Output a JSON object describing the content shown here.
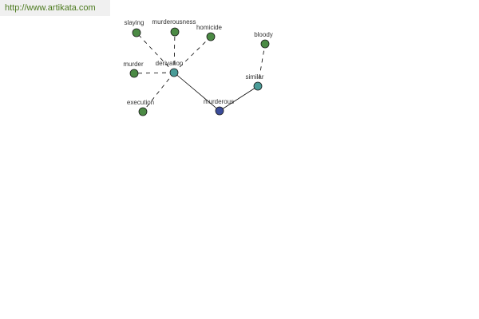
{
  "banner": {
    "url_text": "http://www.artikata.com"
  },
  "colors": {
    "related_node": "#4b8a44",
    "hub_node": "#4a9c98",
    "center_node": "#3b4c9a"
  },
  "graph": {
    "nodes": [
      {
        "id": "slaying",
        "label": "slaying",
        "kind": "related"
      },
      {
        "id": "murderousness",
        "label": "murderousness",
        "kind": "related"
      },
      {
        "id": "homicide",
        "label": "homicide",
        "kind": "related"
      },
      {
        "id": "murder",
        "label": "murder",
        "kind": "related"
      },
      {
        "id": "derivation",
        "label": "derivation",
        "kind": "hub"
      },
      {
        "id": "execution",
        "label": "execution",
        "kind": "related"
      },
      {
        "id": "murderous",
        "label": "murderous",
        "kind": "center"
      },
      {
        "id": "similar",
        "label": "similar",
        "kind": "hub"
      },
      {
        "id": "bloody",
        "label": "bloody",
        "kind": "related"
      }
    ],
    "edges": [
      {
        "from": "derivation",
        "to": "slaying",
        "style": "dashed"
      },
      {
        "from": "derivation",
        "to": "murderousness",
        "style": "dashed"
      },
      {
        "from": "derivation",
        "to": "homicide",
        "style": "dashed"
      },
      {
        "from": "derivation",
        "to": "murder",
        "style": "dashed"
      },
      {
        "from": "derivation",
        "to": "execution",
        "style": "dashed"
      },
      {
        "from": "derivation",
        "to": "murderous",
        "style": "solid"
      },
      {
        "from": "murderous",
        "to": "similar",
        "style": "solid"
      },
      {
        "from": "similar",
        "to": "bloody",
        "style": "dashed"
      }
    ]
  }
}
